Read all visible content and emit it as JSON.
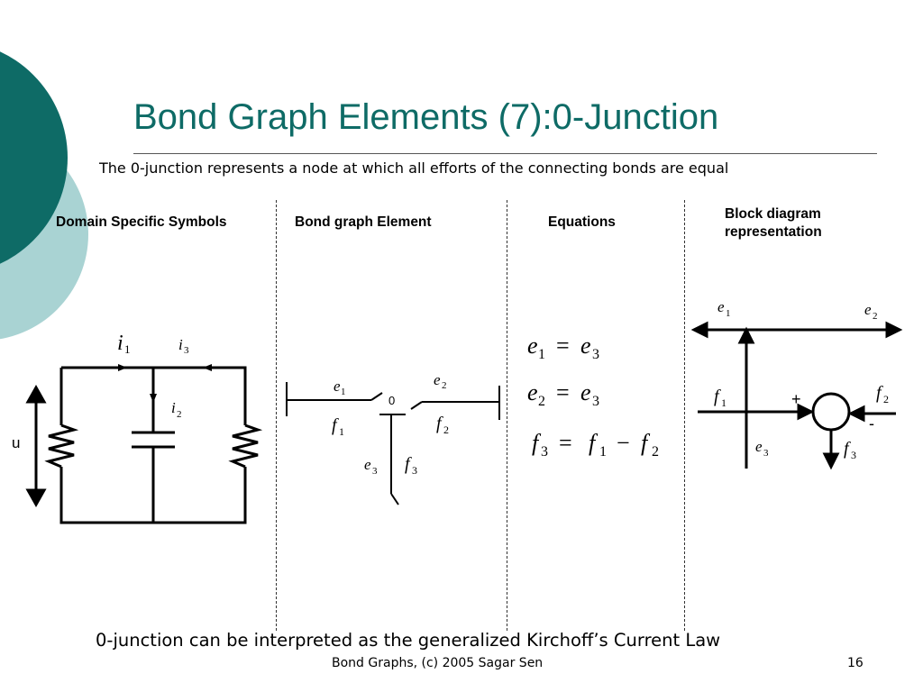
{
  "slide": {
    "title": "Bond Graph Elements (7):0-Junction",
    "subtitle": "The 0-junction represents a node at which all efforts of the connecting bonds are equal",
    "columns": [
      {
        "label": "Domain Specific Symbols"
      },
      {
        "label": "Bond graph Element"
      },
      {
        "label": "Equations"
      },
      {
        "label_line1": "Block diagram",
        "label_line2": "representation"
      }
    ],
    "bottom_note": "0-junction can be interpreted as the generalized Kirchoff’s Current Law",
    "footer": "Bond Graphs, (c) 2005 Sagar Sen",
    "slide_number": "16"
  },
  "colors": {
    "accent_teal": "#0e6b66",
    "light_teal": "#a9d3d3",
    "line": "#000000"
  },
  "circuit": {
    "source_label": "u",
    "currents": [
      {
        "sym": "i",
        "sub": "1"
      },
      {
        "sym": "i",
        "sub": "3"
      },
      {
        "sym": "i",
        "sub": "2"
      }
    ]
  },
  "bond_element": {
    "junction_label": "0",
    "efforts": [
      {
        "sym": "e",
        "sub": "1"
      },
      {
        "sym": "e",
        "sub": "2"
      },
      {
        "sym": "e",
        "sub": "3"
      }
    ],
    "flows": [
      {
        "sym": "f",
        "sub": "1"
      },
      {
        "sym": "f",
        "sub": "2"
      },
      {
        "sym": "f",
        "sub": "3"
      }
    ]
  },
  "equations": [
    {
      "lhs_sym": "e",
      "lhs_sub": "1",
      "op": "=",
      "r1_sym": "e",
      "r1_sub": "3"
    },
    {
      "lhs_sym": "e",
      "lhs_sub": "2",
      "op": "=",
      "r1_sym": "e",
      "r1_sub": "3"
    },
    {
      "lhs_sym": "f",
      "lhs_sub": "3",
      "op": "=",
      "r1_sym": "f",
      "r1_sub": "1",
      "minus": "−",
      "r2_sym": "f",
      "r2_sub": "2"
    }
  ],
  "block_diagram": {
    "efforts": [
      {
        "sym": "e",
        "sub": "1"
      },
      {
        "sym": "e",
        "sub": "2"
      },
      {
        "sym": "e",
        "sub": "3"
      }
    ],
    "flows": [
      {
        "sym": "f",
        "sub": "1"
      },
      {
        "sym": "f",
        "sub": "2"
      },
      {
        "sym": "f",
        "sub": "3"
      }
    ],
    "plus_sign": "+",
    "minus_sign": "-"
  }
}
